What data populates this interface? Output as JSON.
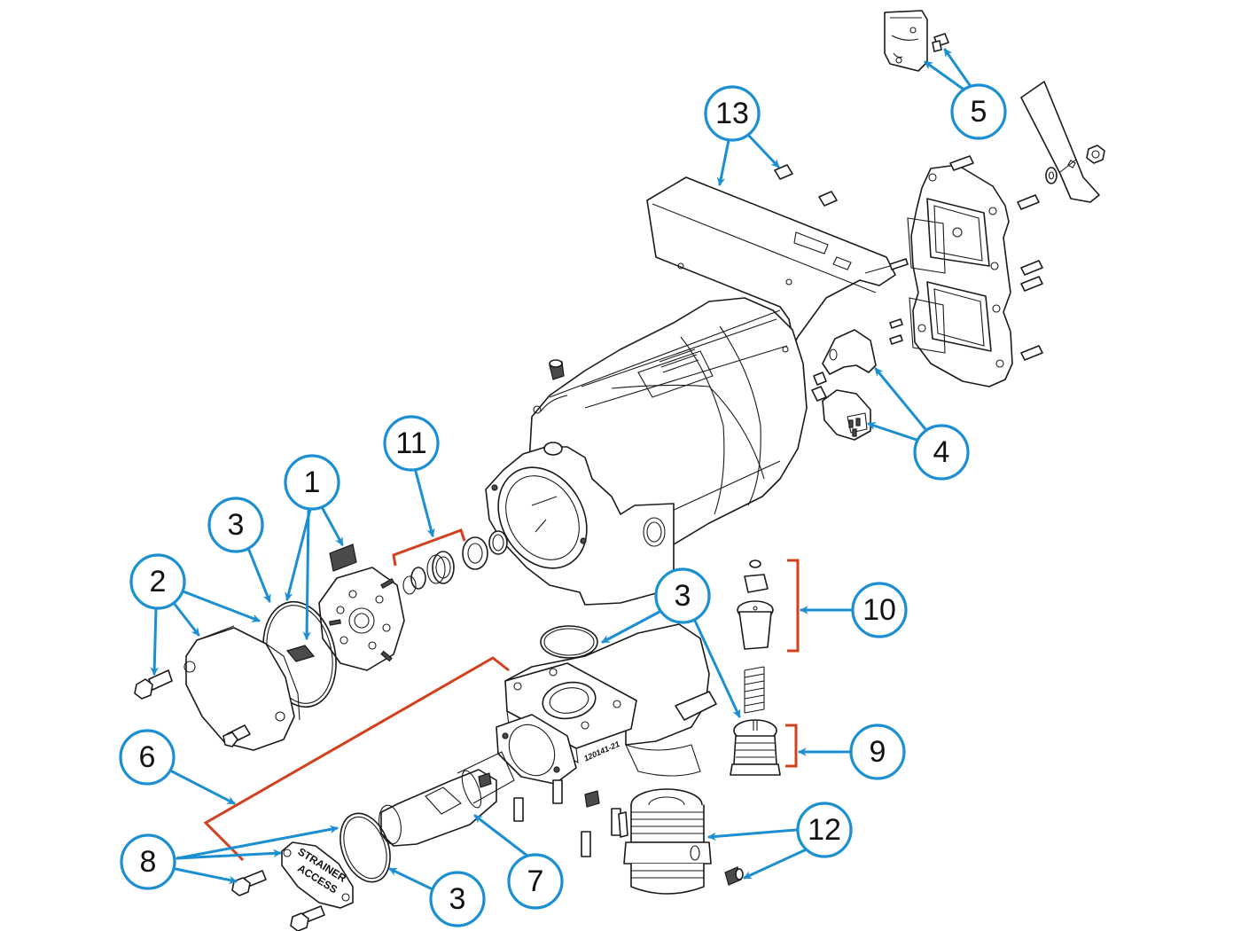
{
  "title": "Pump exploded parts diagram",
  "colors": {
    "callout": "#1b8fd2",
    "bracket": "#d2401e",
    "line": "#1a1a1a",
    "background": "#ffffff"
  },
  "stamps": {
    "strainer_cover_line1": "STRAINER",
    "strainer_cover_line2": "ACCESS",
    "valve_body_part_number": "120141-21"
  },
  "callouts": [
    {
      "id": "c1",
      "label": "1",
      "part": "vanes"
    },
    {
      "id": "c2",
      "label": "2",
      "part": "rotor-cover-kit"
    },
    {
      "id": "c3a",
      "label": "3",
      "part": "o-ring"
    },
    {
      "id": "c3b",
      "label": "3",
      "part": "o-ring"
    },
    {
      "id": "c3c",
      "label": "3",
      "part": "o-ring"
    },
    {
      "id": "c4",
      "label": "4",
      "part": "switch-and-bracket"
    },
    {
      "id": "c5",
      "label": "5",
      "part": "nozzle-holder"
    },
    {
      "id": "c6",
      "label": "6",
      "part": "pump-body-assembly"
    },
    {
      "id": "c7",
      "label": "7",
      "part": "strainer"
    },
    {
      "id": "c8",
      "label": "8",
      "part": "strainer-cover-kit"
    },
    {
      "id": "c9",
      "label": "9",
      "part": "check-valve"
    },
    {
      "id": "c10",
      "label": "10",
      "part": "bypass-valve"
    },
    {
      "id": "c11",
      "label": "11",
      "part": "shaft-seal-kit"
    },
    {
      "id": "c12",
      "label": "12",
      "part": "outlet-fitting"
    },
    {
      "id": "c13",
      "label": "13",
      "part": "mounting-bracket"
    }
  ]
}
